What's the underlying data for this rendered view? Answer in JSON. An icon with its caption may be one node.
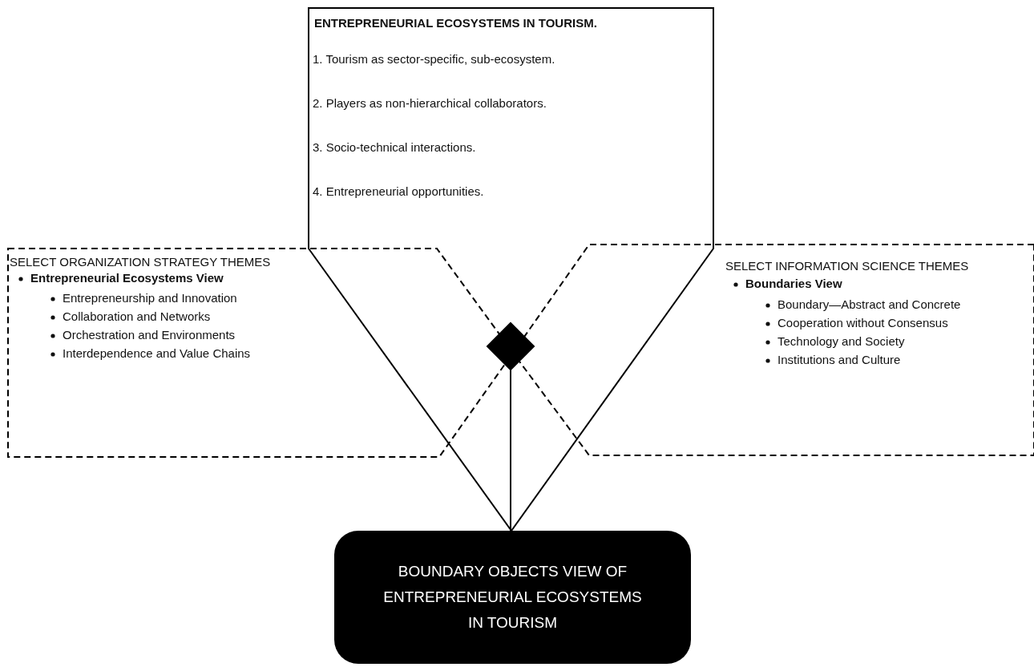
{
  "diagram": {
    "nodes": [
      {
        "text": [
          "ENTREPRENEURIAL ECOSYSTEMS IN TOURISM.",
          "1. Tourism as sector-specific, sub-ecosystem.",
          "2. Players as non-hierarchical collaborators.",
          "3. Socio-technical interactions.",
          "4. Entrepreneurial opportunities."
        ]
      },
      {
        "text": [
          "SELECT ORGANIZATION STRATEGY THEMES",
          "Entrepreneurial Ecosystems View",
          "Entrepreneurship and Innovation",
          "Collaboration and Networks",
          "Orchestration and Environments",
          "Interdependence and Value Chains"
        ]
      },
      {
        "text": [
          "SELECT INFORMATION SCIENCE THEMES",
          "Boundaries View",
          "Boundary—Abstract and Concrete",
          "Cooperation without Consensus",
          "Technology and Society",
          "Institutions and Culture"
        ]
      },
      {
        "text": [],
        "shape": "diamond",
        "in": 0
      },
      {
        "text": [
          "BOUNDARY OBJECTS VIEW OF ENTREPRENEURIAL ECOSYSTEMS IN TOURISM"
        ]
      }
    ],
    "edges": [
      {
        "from": 3,
        "to": 4,
        "arrow": "none"
      }
    ]
  }
}
